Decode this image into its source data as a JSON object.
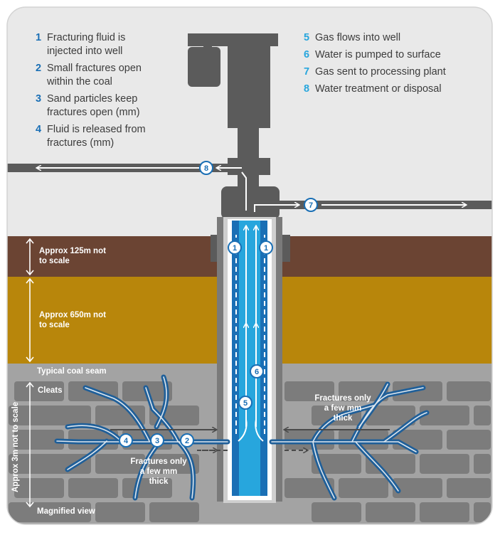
{
  "legend_left": [
    {
      "num": "1",
      "text": "Fracturing fluid is injected into well"
    },
    {
      "num": "2",
      "text": "Small fractures open within the coal"
    },
    {
      "num": "3",
      "text": "Sand particles keep fractures open (mm)"
    },
    {
      "num": "4",
      "text": "Fluid is released from fractures (mm)"
    }
  ],
  "legend_right": [
    {
      "num": "5",
      "text": "Gas flows into well"
    },
    {
      "num": "6",
      "text": "Water is pumped to surface"
    },
    {
      "num": "7",
      "text": "Gas sent to processing plant"
    },
    {
      "num": "8",
      "text": "Water treatment or disposal"
    }
  ],
  "labels": {
    "layer1": "Approx 125m not to scale",
    "layer2": "Approx 650m not to scale",
    "coal_seam": "Typical coal seam",
    "cleats": "Cleats",
    "fractures_right": "Fractures only a few mm thick",
    "fractures_left": "Fractures only a few mm thick",
    "vertical": "Approx 3m not to scale",
    "magnified": "Magnified view"
  },
  "badges": {
    "b1a": "1",
    "b1b": "1",
    "b2": "2",
    "b3": "3",
    "b4": "4",
    "b5": "5",
    "b6": "6",
    "b7": "7",
    "b8": "8"
  },
  "colors": {
    "soil": "#6b4433",
    "clay": "#b8860b",
    "coal": "#9e9e9e",
    "brick": "#7f7f7f",
    "sky": "#e9e9e9",
    "pipe_dark": "#5b5b5b",
    "water_blue": "#1a6fb5",
    "light_blue": "#27a6dd"
  }
}
